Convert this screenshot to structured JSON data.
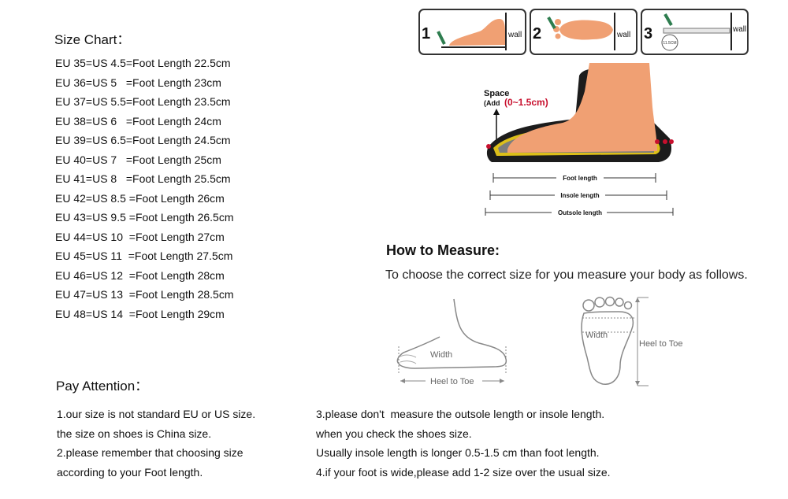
{
  "size_chart": {
    "title": "Size Chart：",
    "rows": [
      "EU 35=US 4.5=Foot Length 22.5cm",
      "EU 36=US 5   =Foot Length 23cm",
      "EU 37=US 5.5=Foot Length 23.5cm",
      "EU 38=US 6   =Foot Length 24cm",
      "EU 39=US 6.5=Foot Length 24.5cm",
      "EU 40=US 7   =Foot Length 25cm",
      "EU 41=US 8   =Foot Length 25.5cm",
      "EU 42=US 8.5 =Foot Length 26cm",
      "EU 43=US 9.5 =Foot Length 26.5cm",
      "EU 44=US 10  =Foot Length 27cm",
      "EU 45=US 11  =Foot Length 27.5cm",
      "EU 46=US 12  =Foot Length 28cm",
      "EU 47=US 13  =Foot Length 28.5cm",
      "EU 48=US 14  =Foot Length 29cm"
    ]
  },
  "steps": {
    "labels": [
      "1",
      "2",
      "3"
    ],
    "wall": "wall",
    "ruler_value": "11.5CM"
  },
  "shoe_diagram": {
    "space_label": "Space",
    "space_add": "(Add",
    "space_range": "(0~1.5cm)",
    "foot_length": "Foot length",
    "insole_length": "Insole length",
    "outsole_length": "Outsole length"
  },
  "how_to_measure": {
    "title": "How to Measure:",
    "subtitle": "To choose the correct size for you measure your body as follows.",
    "width_label": "Width",
    "heel_to_toe_label": "Heel to Toe"
  },
  "pay_attention": {
    "title": "Pay Attention：",
    "left": [
      "1.our size is not standard EU or US size.",
      "the size on shoes is China size.",
      "2.please remember that choosing size",
      "according to your Foot length."
    ],
    "right": [
      "3.please don't  measure the outsole length or insole length.",
      "when you check the shoes size.",
      "Usually insole length is longer 0.5-1.5 cm than foot length.",
      "4.if your foot is wide,please add 1-2 size over the usual size."
    ]
  },
  "colors": {
    "skin": "#f0a073",
    "sole_dark": "#1c1c1c",
    "insole_gray": "#7d7d7d",
    "accent_yellow": "#f2d21a",
    "accent_red": "#c8102e",
    "pen_green": "#2e7d4f"
  }
}
